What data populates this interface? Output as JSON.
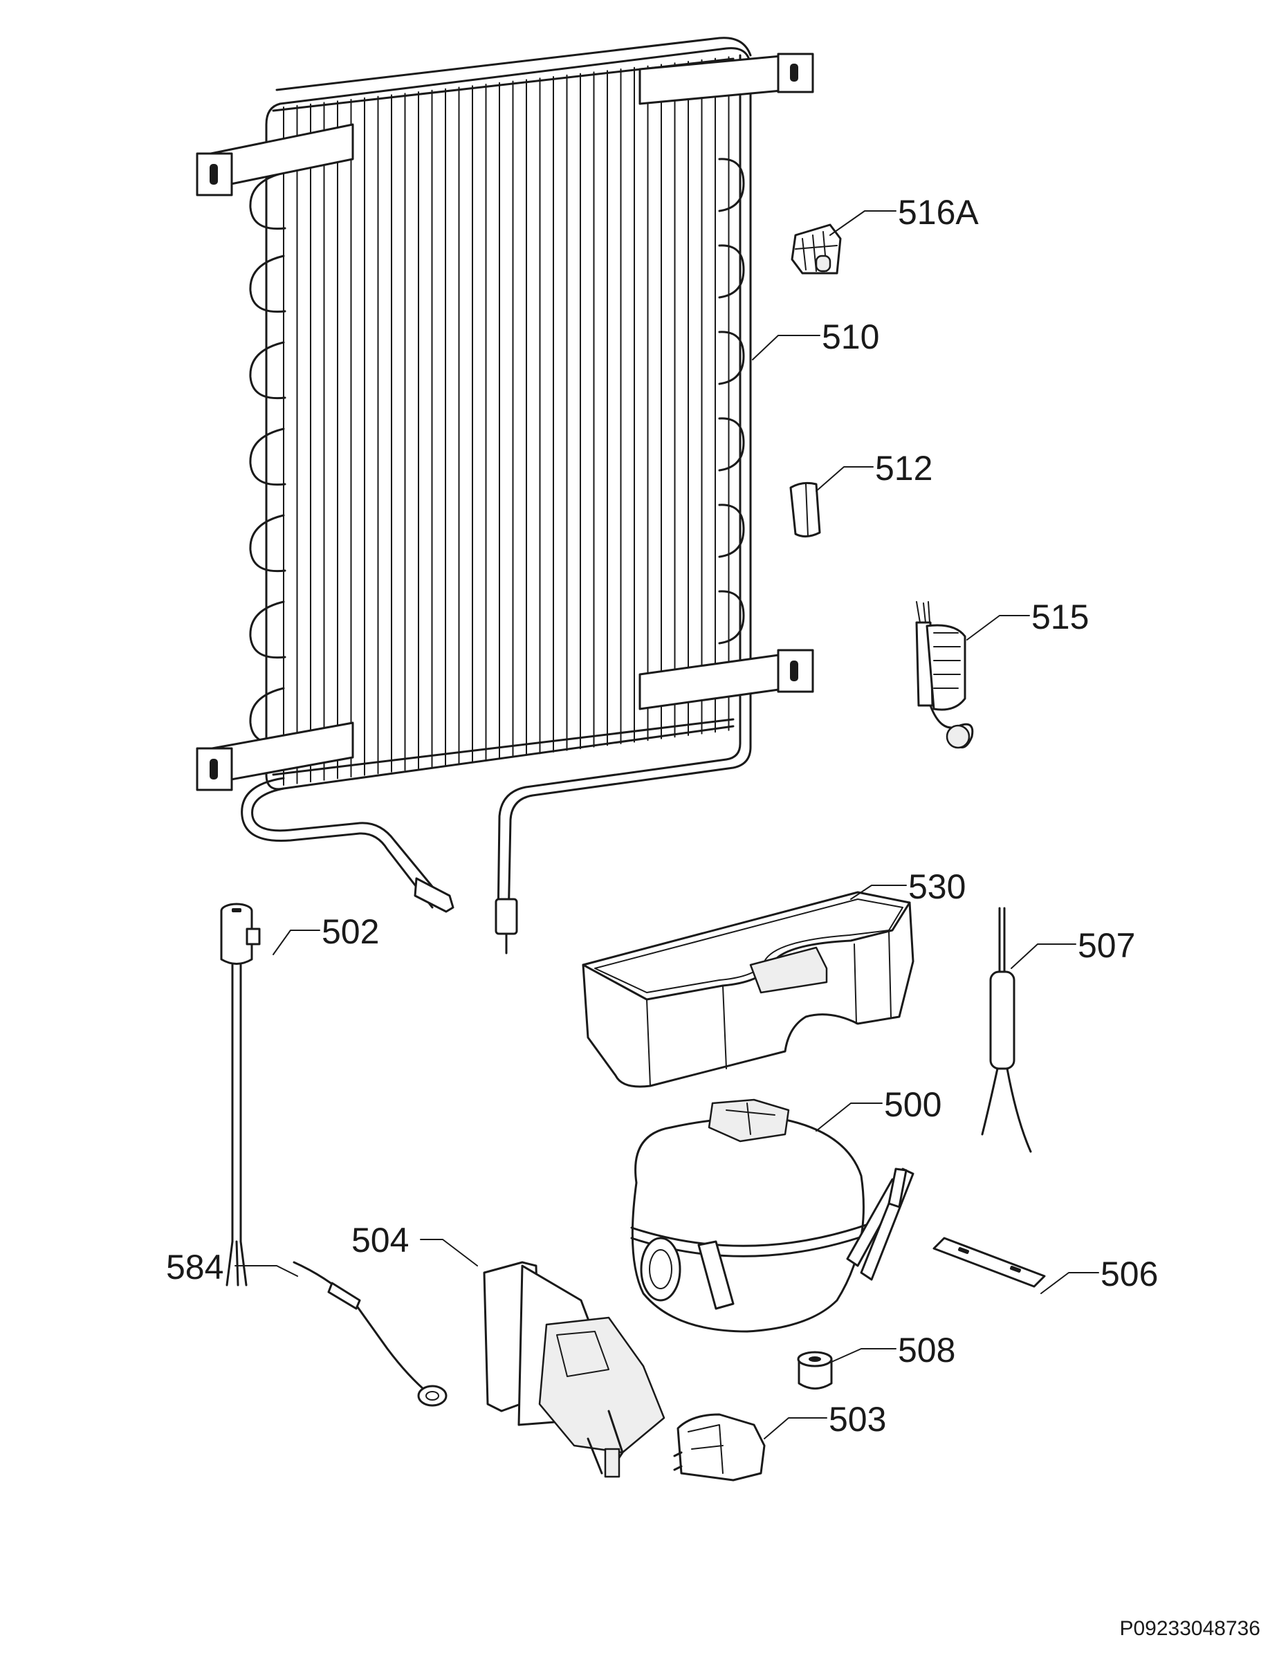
{
  "parts": [
    {
      "id": "p516A",
      "number": "516A"
    },
    {
      "id": "p510",
      "number": "510"
    },
    {
      "id": "p512",
      "number": "512"
    },
    {
      "id": "p515",
      "number": "515"
    },
    {
      "id": "p530",
      "number": "530"
    },
    {
      "id": "p502",
      "number": "502"
    },
    {
      "id": "p507",
      "number": "507"
    },
    {
      "id": "p500",
      "number": "500"
    },
    {
      "id": "p504",
      "number": "504"
    },
    {
      "id": "p584",
      "number": "584"
    },
    {
      "id": "p506",
      "number": "506"
    },
    {
      "id": "p508",
      "number": "508"
    },
    {
      "id": "p503",
      "number": "503"
    }
  ],
  "document_code": "P09233048736"
}
